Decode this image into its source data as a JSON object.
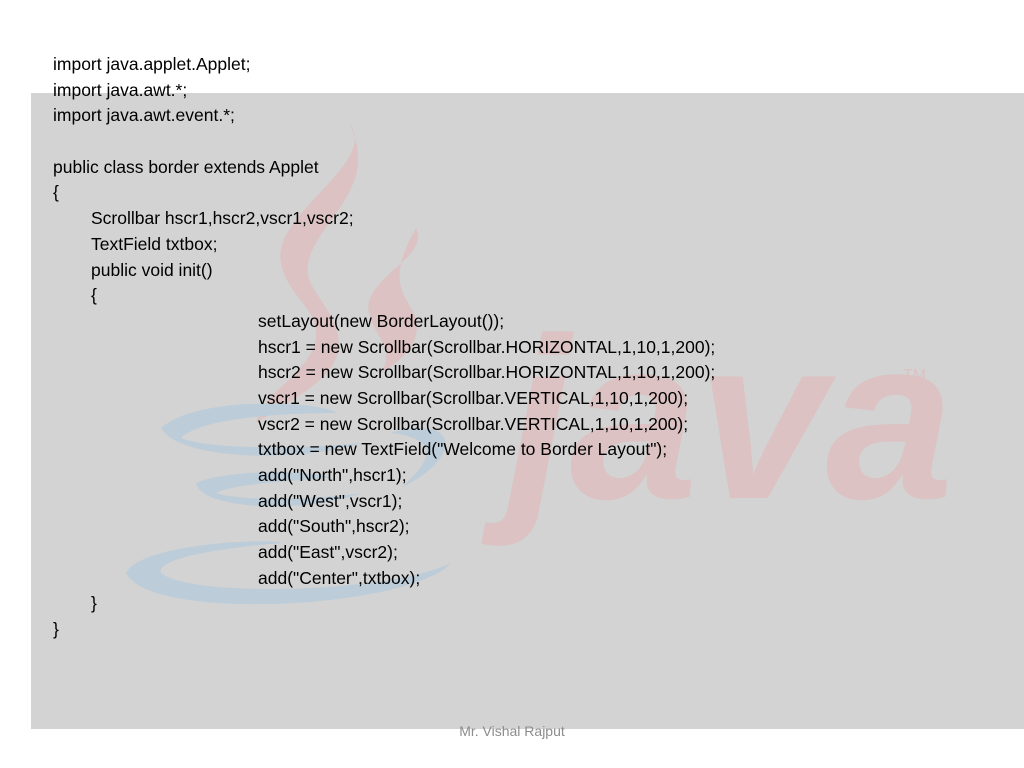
{
  "slide": {
    "code_lines": [
      {
        "text": "import java.applet.Applet;",
        "indent": 0
      },
      {
        "text": "import java.awt.*;",
        "indent": 0
      },
      {
        "text": "import java.awt.event.*;",
        "indent": 0
      },
      {
        "text": "",
        "indent": 0
      },
      {
        "text": "public class border extends Applet",
        "indent": 0
      },
      {
        "text": "{",
        "indent": 0
      },
      {
        "text": "Scrollbar hscr1,hscr2,vscr1,vscr2;",
        "indent": 1
      },
      {
        "text": "TextField txtbox;",
        "indent": 1
      },
      {
        "text": "public void init()",
        "indent": 1
      },
      {
        "text": "{",
        "indent": 1
      },
      {
        "text": "setLayout(new BorderLayout());",
        "indent": 2
      },
      {
        "text": "hscr1 = new Scrollbar(Scrollbar.HORIZONTAL,1,10,1,200);",
        "indent": 2
      },
      {
        "text": "hscr2 = new Scrollbar(Scrollbar.HORIZONTAL,1,10,1,200);",
        "indent": 2
      },
      {
        "text": "vscr1 = new Scrollbar(Scrollbar.VERTICAL,1,10,1,200);",
        "indent": 2
      },
      {
        "text": "vscr2 = new Scrollbar(Scrollbar.VERTICAL,1,10,1,200);",
        "indent": 2
      },
      {
        "text": "txtbox = new TextField(\"Welcome to Border Layout\");",
        "indent": 2
      },
      {
        "text": "add(\"North\",hscr1);",
        "indent": 2
      },
      {
        "text": "add(\"West\",vscr1);",
        "indent": 2
      },
      {
        "text": "add(\"South\",hscr2);",
        "indent": 2
      },
      {
        "text": "add(\"East\",vscr2);",
        "indent": 2
      },
      {
        "text": "add(\"Center\",txtbox);",
        "indent": 2
      },
      {
        "text": "}",
        "indent": 1
      },
      {
        "text": "}",
        "indent": 0
      }
    ],
    "footer_text": "Mr. Vishal Rajput",
    "watermark_text": "java",
    "watermark_tm": "TM"
  },
  "colors": {
    "panel": "#d3d3d3",
    "text": "#000000",
    "footer": "#8c8c8c",
    "logo_red": "#dcc2c2",
    "logo_blue": "#bcccd8"
  }
}
